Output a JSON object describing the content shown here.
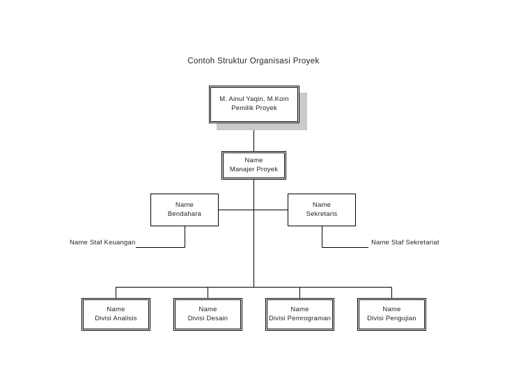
{
  "chart_data": {
    "type": "diagram",
    "diagram_kind": "organization-chart",
    "title": "Contoh Struktur Organisasi Proyek",
    "nodes": [
      {
        "id": "owner",
        "lines": [
          "M. Ainul Yaqin, M.Kom",
          "Pemilik Proyek"
        ],
        "level": 0,
        "style": "double-border-with-shadow"
      },
      {
        "id": "manager",
        "lines": [
          "Name",
          "Manajer Proyek"
        ],
        "level": 1,
        "style": "double-border"
      },
      {
        "id": "treasurer",
        "lines": [
          "Name",
          "Bendahara"
        ],
        "level": 2,
        "style": "single-border"
      },
      {
        "id": "secretary",
        "lines": [
          "Name",
          "Sekretaris"
        ],
        "level": 2,
        "style": "single-border"
      },
      {
        "id": "finance-staff",
        "lines": [
          "Name",
          "Staf Keuangan"
        ],
        "level": 3,
        "style": "no-border"
      },
      {
        "id": "sec-staff",
        "lines": [
          "Name",
          "Staf Sekretariat"
        ],
        "level": 3,
        "style": "no-border"
      },
      {
        "id": "div-analisis",
        "lines": [
          "Name",
          "Divisi Analisis"
        ],
        "level": 4,
        "style": "double-border"
      },
      {
        "id": "div-desain",
        "lines": [
          "Name",
          "Divisi Desain"
        ],
        "level": 4,
        "style": "double-border"
      },
      {
        "id": "div-program",
        "lines": [
          "Name",
          "Divisi Pemrograman"
        ],
        "level": 4,
        "style": "double-border"
      },
      {
        "id": "div-uji",
        "lines": [
          "Name",
          "Divisi Pengujian"
        ],
        "level": 4,
        "style": "double-border"
      }
    ],
    "edges": [
      {
        "from": "owner",
        "to": "manager"
      },
      {
        "from": "manager",
        "to": "treasurer"
      },
      {
        "from": "manager",
        "to": "secretary"
      },
      {
        "from": "treasurer",
        "to": "finance-staff"
      },
      {
        "from": "secretary",
        "to": "sec-staff"
      },
      {
        "from": "manager",
        "to": "div-analisis"
      },
      {
        "from": "manager",
        "to": "div-desain"
      },
      {
        "from": "manager",
        "to": "div-program"
      },
      {
        "from": "manager",
        "to": "div-uji"
      }
    ],
    "colors": {
      "background": "#ffffff",
      "line": "#000000",
      "text": "#231f20",
      "shadow": "#c9c9c9"
    }
  },
  "title": {
    "text": "Contoh Struktur Organisasi Proyek"
  },
  "owner": {
    "line1": "M. Ainul Yaqin, M.Kom",
    "line2": "Pemilik Proyek"
  },
  "manager": {
    "line1": "Name",
    "line2": "Manajer Proyek"
  },
  "treasurer": {
    "line1": "Name",
    "line2": "Bendahara"
  },
  "secretary": {
    "line1": "Name",
    "line2": "Sekretaris"
  },
  "finance_staff": {
    "line1": "Name",
    "line2": "Staf Keuangan"
  },
  "sec_staff": {
    "line1": "Name",
    "line2": "Staf Sekretariat"
  },
  "divisions": [
    {
      "line1": "Name",
      "line2": "Divisi Analisis"
    },
    {
      "line1": "Name",
      "line2": "Divisi Desain"
    },
    {
      "line1": "Name",
      "line2": "Divisi Pemrograman"
    },
    {
      "line1": "Name",
      "line2": "Divisi Pengujian"
    }
  ]
}
